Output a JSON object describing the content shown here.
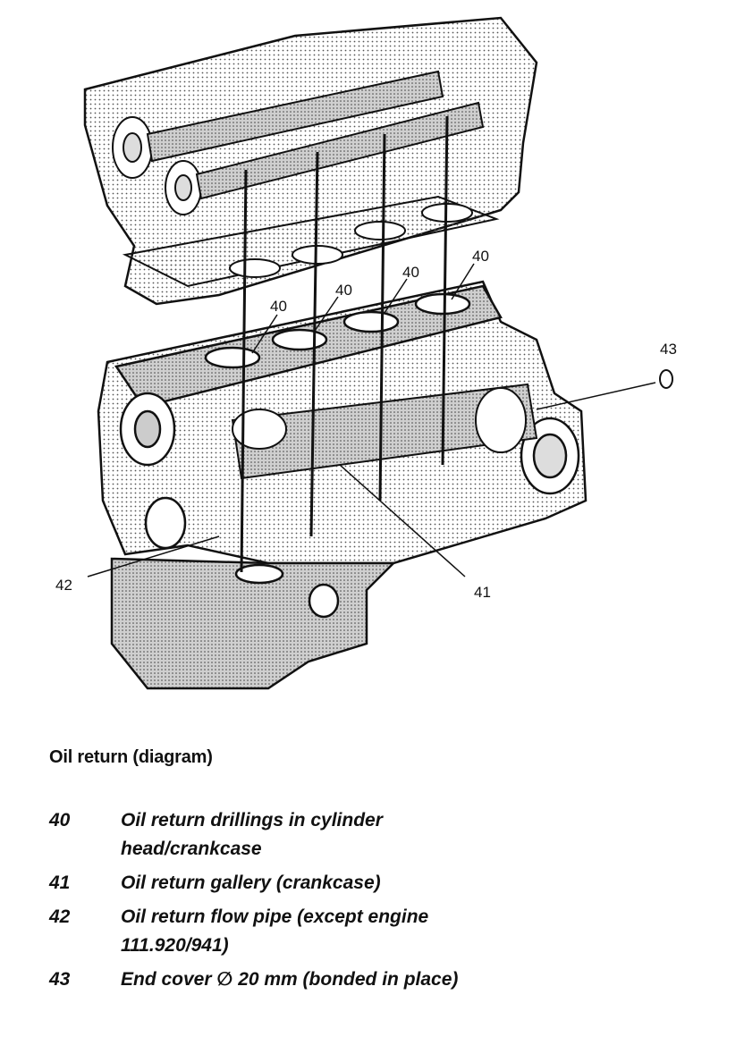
{
  "caption": "Oil return (diagram)",
  "callouts": {
    "c40a": "40",
    "c40b": "40",
    "c40c": "40",
    "c40d": "40",
    "c41": "41",
    "c42": "42",
    "c43": "43"
  },
  "legend": [
    {
      "num": "40",
      "text": "Oil return drillings in cylinder head/crankcase"
    },
    {
      "num": "41",
      "text": "Oil return gallery (crankcase)"
    },
    {
      "num": "42",
      "text": "Oil return flow pipe (except engine 111.920/941)"
    },
    {
      "num": "43",
      "text": "End cover ∅ 20 mm (bonded in place)"
    }
  ]
}
